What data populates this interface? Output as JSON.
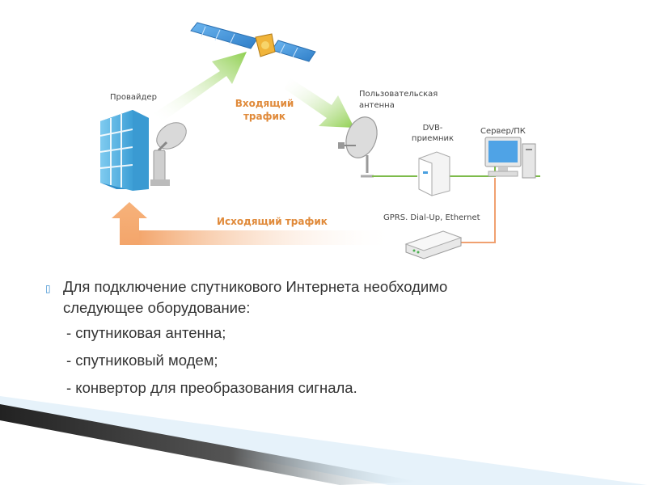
{
  "diagram": {
    "labels": {
      "provider": "Провайдер",
      "user_antenna_line1": "Пользовательская",
      "user_antenna_line2": "антенна",
      "dvb_line1": "DVB-",
      "dvb_line2": "приемник",
      "server": "Сервер/ПК",
      "incoming_line1": "Входящий",
      "incoming_line2": "трафик",
      "outgoing": "Исходящий трафик",
      "link_types": "GPRS. Dial-Up, Ethernet"
    },
    "colors": {
      "incoming_arrow": "#8fcf4f",
      "outgoing_arrow": "#f3a56b",
      "cable_green": "#7dbb4a",
      "cable_orange": "#f0a070",
      "building": "#5bb6e6",
      "satellite_panel": "#3f8fd8"
    },
    "icons": [
      "satellite-icon",
      "building-icon",
      "dish-icon",
      "receiver-icon",
      "computer-icon",
      "modem-icon"
    ]
  },
  "text": {
    "bullet_marker": "▯",
    "main_line1": "Для подключение спутникового Интернета необходимо",
    "main_line2": "следующее оборудование:",
    "items": [
      "- спутниковая антенна;",
      "- спутниковый модем;",
      "- конвертор для преобразования сигнала."
    ]
  }
}
